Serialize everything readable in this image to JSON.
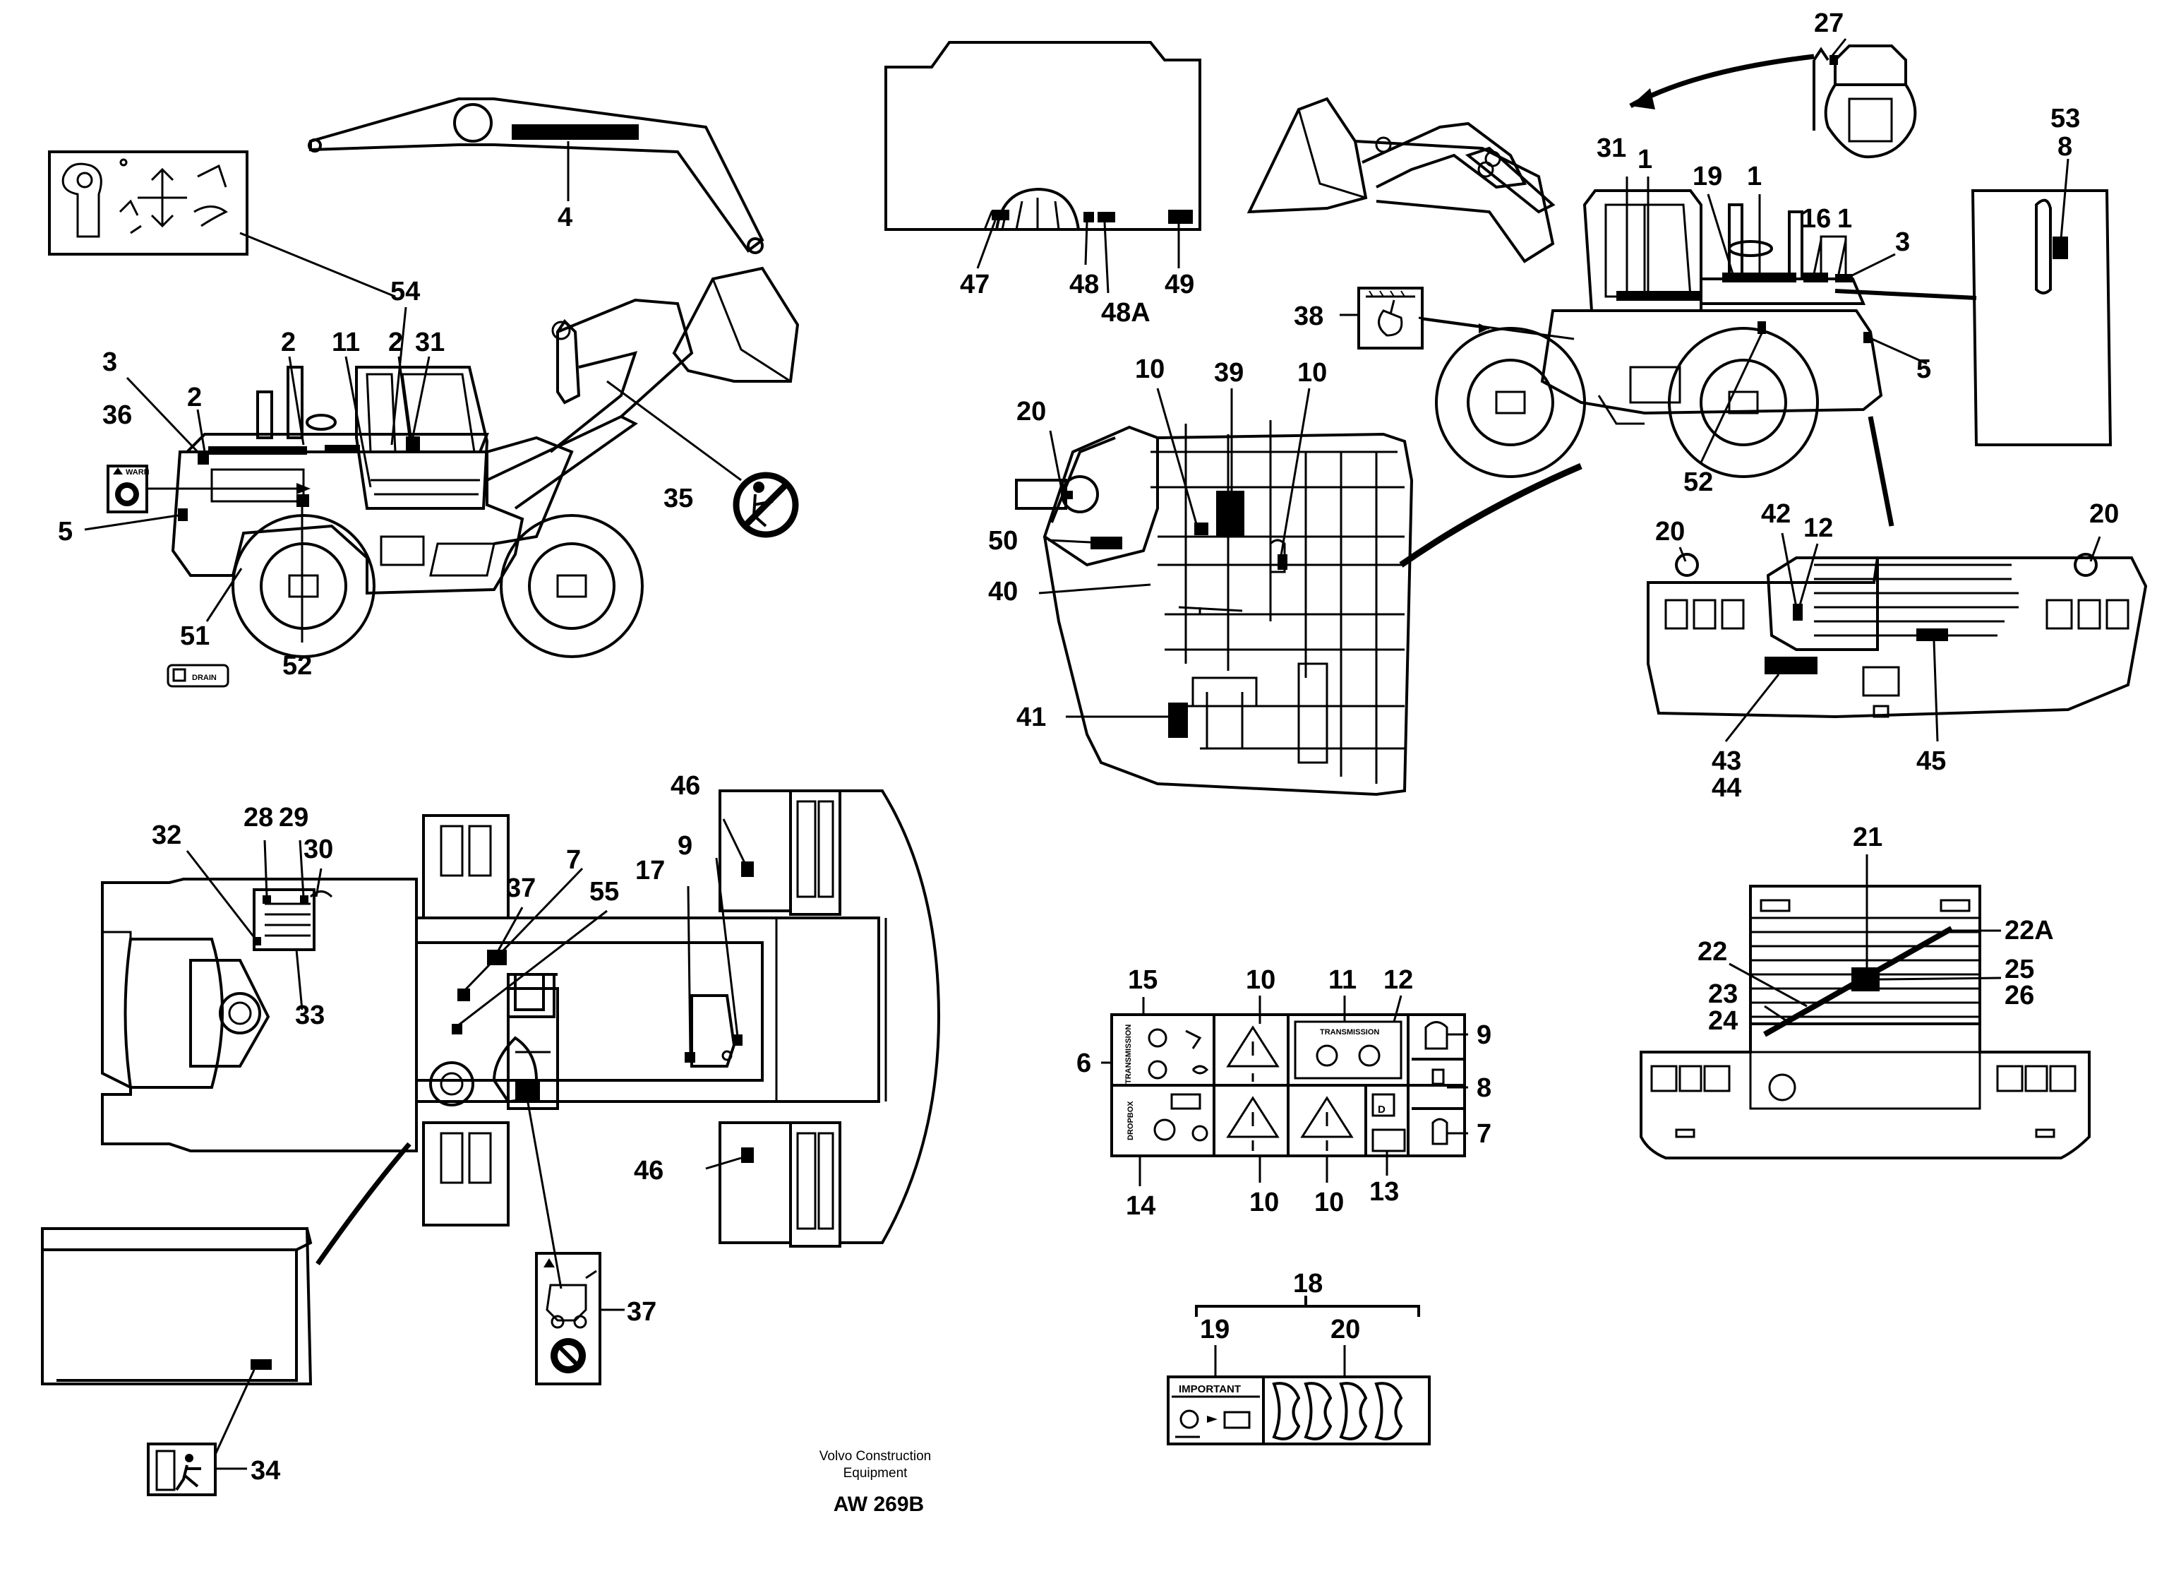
{
  "callouts": {
    "c4": "4",
    "c54": "54",
    "c2a": "2",
    "c11": "11",
    "c2b": "2",
    "c31a": "31",
    "c3a": "3",
    "c2c": "2",
    "c36": "36",
    "c5a": "5",
    "c35": "35",
    "c51": "51",
    "c52a": "52",
    "c47": "47",
    "c48": "48",
    "c48A": "48A",
    "c49": "49",
    "c27": "27",
    "c53": "53",
    "c8a": "8",
    "c31b": "31",
    "c1a": "1",
    "c19a": "19",
    "c1b": "1",
    "c16": "16",
    "c1c": "1",
    "c3b": "3",
    "c38": "38",
    "c5b": "5",
    "c52b": "52",
    "c10a": "10",
    "c39": "39",
    "c10b": "10",
    "c20a": "20",
    "c50": "50",
    "c40": "40",
    "c41": "41",
    "c20b": "20",
    "c42": "42",
    "c12a": "12",
    "c20c": "20",
    "c43": "43",
    "c44": "44",
    "c45": "45",
    "c46a": "46",
    "c9a": "9",
    "c32": "32",
    "c28": "28",
    "c29": "29",
    "c30": "30",
    "c37a": "37",
    "c7a": "7",
    "c55": "55",
    "c17": "17",
    "c33": "33",
    "c46b": "46",
    "c37b": "37",
    "c34": "34",
    "c15": "15",
    "c10c": "10",
    "c11b": "11",
    "c12b": "12",
    "c9b": "9",
    "c6": "6",
    "c8b": "8",
    "c7b": "7",
    "c14": "14",
    "c10d": "10",
    "c10e": "10",
    "c13": "13",
    "c18": "18",
    "c19b": "19",
    "c20d": "20",
    "c21": "21",
    "c22A": "22A",
    "c22": "22",
    "c25": "25",
    "c26": "26",
    "c23": "23",
    "c24": "24"
  },
  "decal_texts": {
    "transmission_a": "TRANSMISSION",
    "transmission_b": "TRANSMISSION",
    "dropbox": "DROPBOX",
    "important": "IMPORTANT",
    "drain": "DRAIN",
    "diesel": "D",
    "warning_36": "WARN"
  },
  "footer": {
    "line1": "Volvo Construction",
    "line2": "Equipment",
    "code": "AW 269B"
  }
}
